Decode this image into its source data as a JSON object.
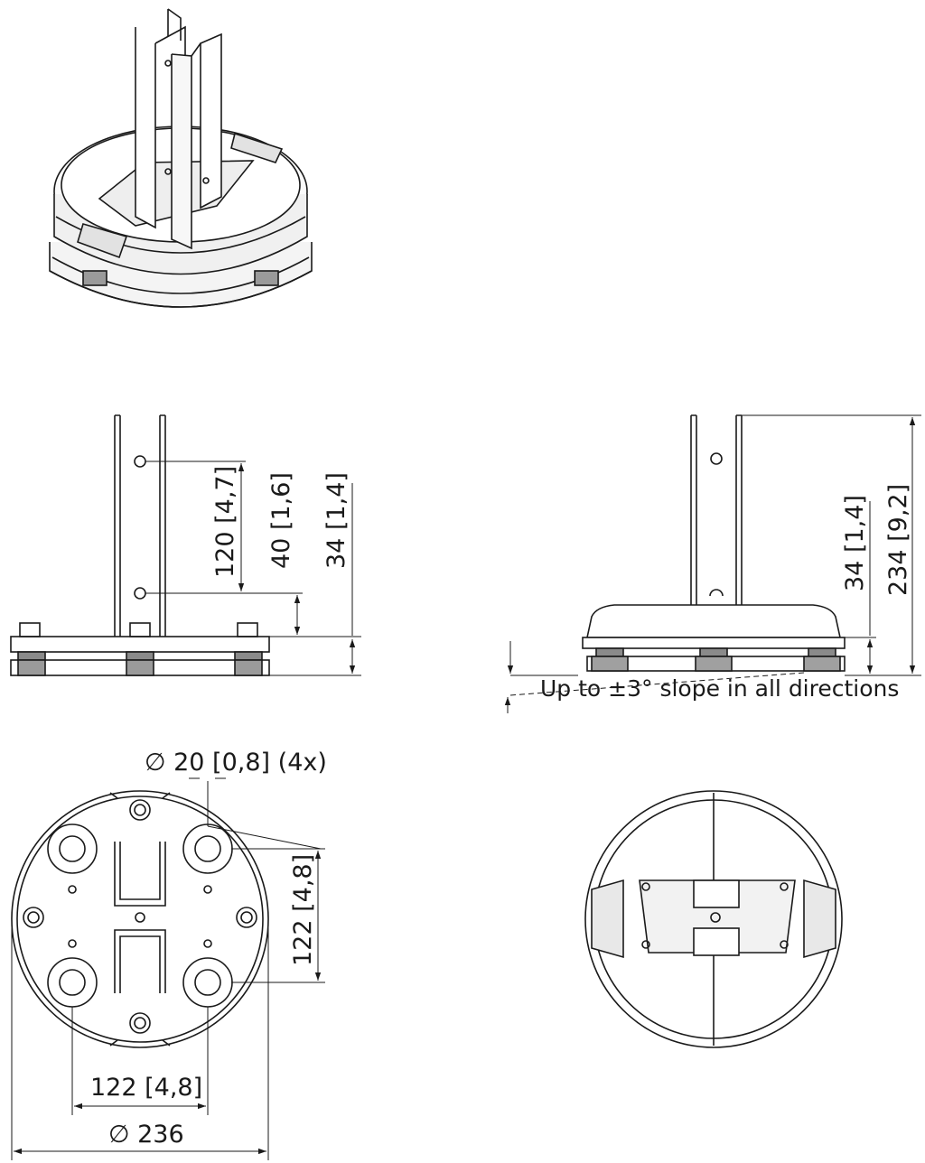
{
  "side_view": {
    "hole_spacing": "120",
    "hole_spacing_in": "4,7",
    "lower_hole_height": "40",
    "lower_hole_height_in": "1,6",
    "plate_height": "34",
    "plate_height_in": "1,4"
  },
  "front_view": {
    "plate_height": "34",
    "plate_height_in": "1,4",
    "total_height": "234",
    "total_height_in": "9,2",
    "slope_note": "Up to ±3° slope in all directions"
  },
  "bottom_view": {
    "hole_diameter": "20",
    "hole_diameter_in": "0,8",
    "hole_count": "(4x)",
    "hole_pattern_vertical": "122",
    "hole_pattern_vertical_in": "4,8",
    "hole_pattern_horizontal": "122",
    "hole_pattern_horizontal_in": "4,8",
    "base_diameter": "236"
  },
  "colors": {
    "line": "#1a1a1a",
    "pad": "#777777",
    "light_fill": "#f2f2f2"
  }
}
